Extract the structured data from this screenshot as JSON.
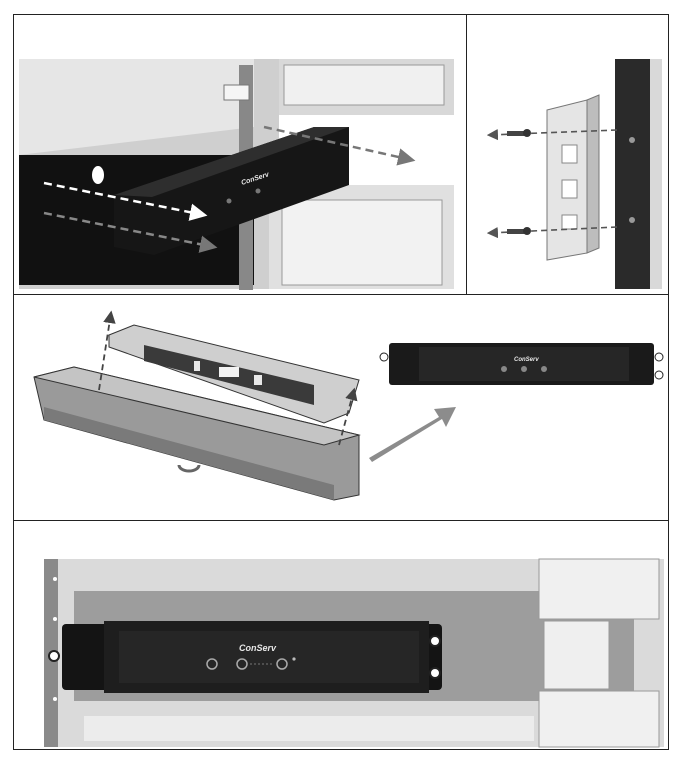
{
  "figure": {
    "brand_logo": "ConServ",
    "colors": {
      "unit_body": "#1c1c1c",
      "unit_face": "#2a2a2a",
      "cabinet_wall": "#dcdcdc",
      "door_light": "#efefef",
      "arrow_grey": "#8c8c8c",
      "frame_border": "#222222"
    },
    "steps": [
      {
        "id": 1,
        "label": ""
      },
      {
        "id": 2,
        "label": ""
      },
      {
        "id": 3,
        "label": ""
      },
      {
        "id": 4,
        "label": ""
      }
    ]
  }
}
